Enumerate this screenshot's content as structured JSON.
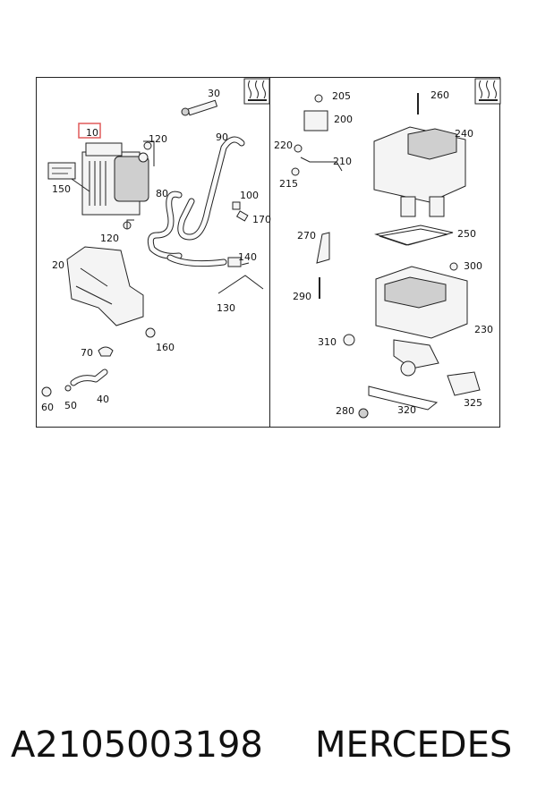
{
  "diagram": {
    "highlight_color": "#e05a5a",
    "icon": "heater-waves-icon",
    "labels": {
      "l10": "10",
      "l20": "20",
      "l30": "30",
      "l40": "40",
      "l50": "50",
      "l60": "60",
      "l70": "70",
      "l80": "80",
      "l90": "90",
      "l100": "100",
      "l120a": "120",
      "l120b": "120",
      "l130": "130",
      "l140": "140",
      "l150": "150",
      "l160": "160",
      "l170": "170",
      "l200": "200",
      "l205": "205",
      "l210": "210",
      "l215": "215",
      "l220": "220",
      "l230": "230",
      "l240": "240",
      "l250": "250",
      "l260": "260",
      "l270": "270",
      "l280": "280",
      "l290": "290",
      "l300": "300",
      "l310": "310",
      "l320": "320",
      "l325": "325"
    }
  },
  "caption": {
    "part_number": "A2105003198",
    "brand": "MERCEDES"
  }
}
